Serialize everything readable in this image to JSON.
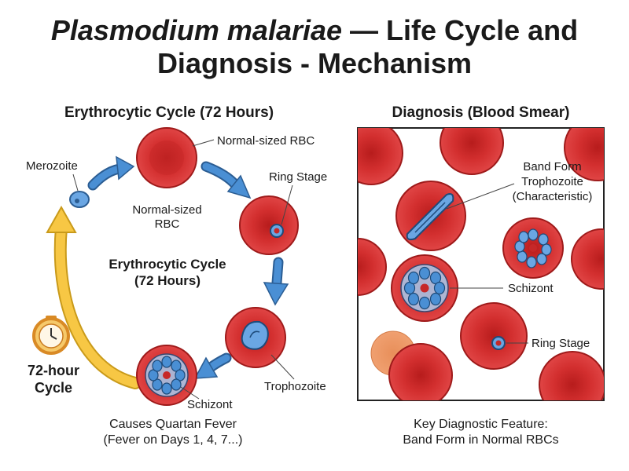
{
  "title": {
    "italic_part": "Plasmodium malariae",
    "line1_rest": " — Life Cycle and",
    "line2": "Diagnosis - Mechanism"
  },
  "left_panel": {
    "heading": "Erythrocytic Cycle (72 Hours)",
    "center_label_1": "Erythrocytic Cycle",
    "center_label_2": "(72 Hours)",
    "merozoite": "Merozoite",
    "normal_rbc_callout": "Normal-sized RBC",
    "normal_rbc_inner_1": "Normal-sized",
    "normal_rbc_inner_2": "RBC",
    "ring_stage": "Ring Stage",
    "trophozoite": "Trophozoite",
    "schizont": "Schizont",
    "cycle_1": "72-hour",
    "cycle_2": "Cycle",
    "footer_1": "Causes Quartan Fever",
    "footer_2": "(Fever on Days 1, 4, 7...)"
  },
  "right_panel": {
    "heading": "Diagnosis (Blood Smear)",
    "band_1": "Band Form",
    "band_2": "Trophozoite",
    "band_3": "(Characteristic)",
    "schizont": "Schizont",
    "ring_stage": "Ring Stage",
    "footer_1": "Key Diagnostic Feature:",
    "footer_2": "Band Form in Normal RBCs"
  },
  "colors": {
    "rbc": "#d32f2f",
    "rbc_dark": "#a51c1c",
    "parasite": "#4a90d6",
    "arrow_blue": "#3f7fc0",
    "arrow_yellow": "#f7c744",
    "clock": "#e8a23a"
  }
}
